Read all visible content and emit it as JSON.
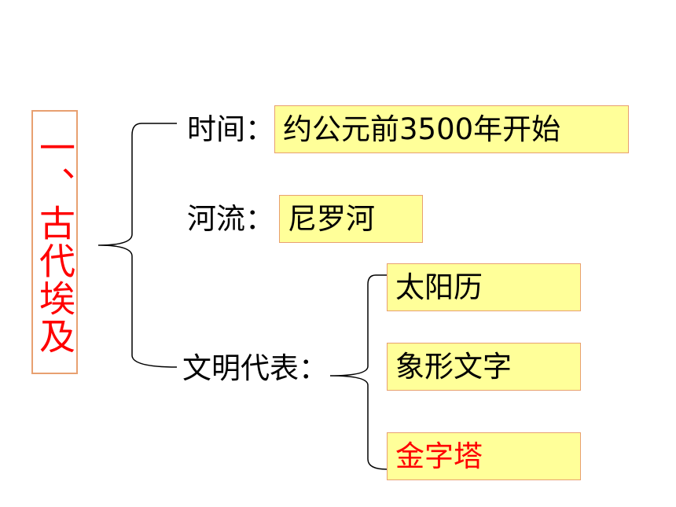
{
  "title": "一、古代埃及",
  "time": {
    "label": "时间：",
    "value": "约公元前3500年开始"
  },
  "river": {
    "label": "河流：",
    "value": "尼罗河"
  },
  "civilization": {
    "label": "文明代表：",
    "items": [
      "太阳历",
      "象形文字",
      "金字塔"
    ],
    "highlight_color": "#ff0000"
  },
  "colors": {
    "box_fill": "#ffff99",
    "box_border": "#e8a070",
    "title": "#ff0000"
  }
}
